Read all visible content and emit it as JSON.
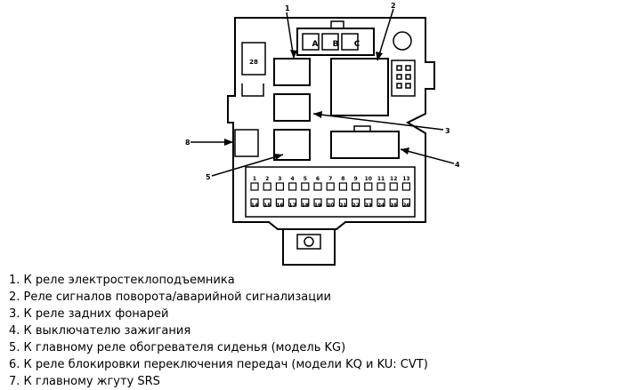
{
  "diagram": {
    "callouts": [
      "1",
      "2",
      "3",
      "4",
      "5",
      "8"
    ],
    "connector_labels": [
      "A",
      "B",
      "C"
    ],
    "fuse_block_label": "28",
    "fuse_row_1": [
      "1",
      "2",
      "3",
      "4",
      "5",
      "6",
      "7",
      "8",
      "9",
      "10",
      "11",
      "12",
      "13"
    ],
    "fuse_row_2": [
      "14",
      "15",
      "16",
      "17",
      "18",
      "19",
      "20",
      "21",
      "22",
      "23",
      "24",
      "25",
      "26"
    ]
  },
  "legend": [
    "1. К реле электростеклоподъемника",
    "2. Реле сигналов поворота/аварийной сигнализации",
    "3. К реле задних фонарей",
    "4. К выключателю зажигания",
    "5. К главному реле обогревателя сиденья (модель KG)",
    "6. К реле блокировки переключения передач (модели KQ и KU: CVT)",
    "7. К главному жгуту SRS"
  ]
}
